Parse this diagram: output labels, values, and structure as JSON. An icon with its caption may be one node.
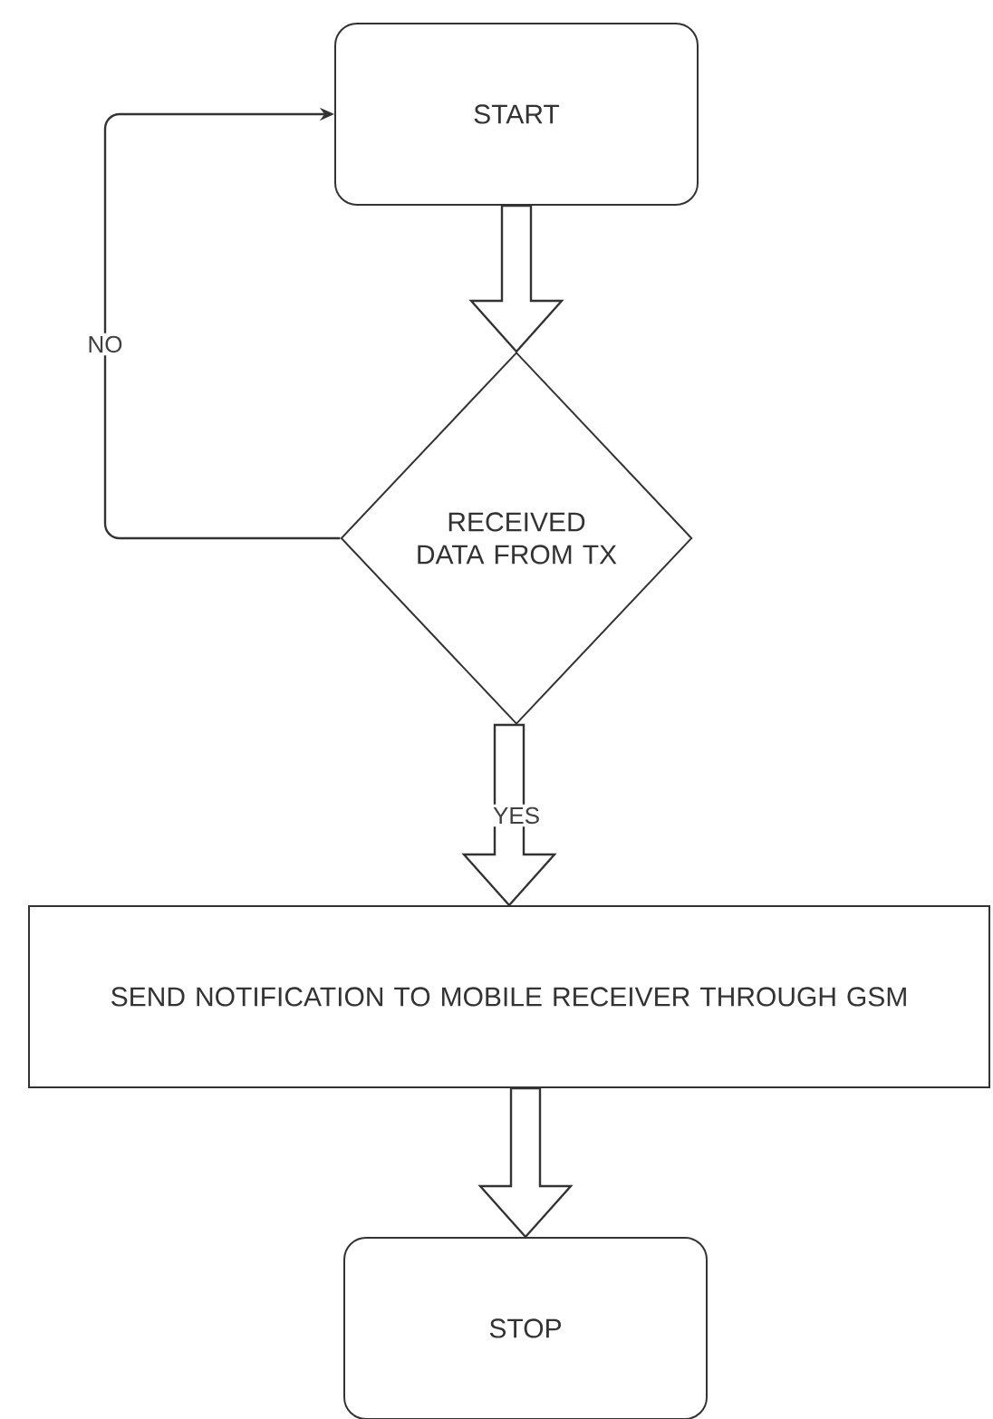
{
  "diagram": {
    "nodes": [
      {
        "text": [
          "START"
        ]
      },
      {
        "text": [
          "RECEIVED DATA FROM TX"
        ]
      },
      {
        "text": [
          "SEND NOTIFICATION TO MOBILE RECEIVER THROUGH GSM"
        ]
      },
      {
        "text": [
          "STOP"
        ]
      }
    ],
    "edges": [
      {
        "from": 0,
        "to": 1,
        "arrow": "to"
      },
      {
        "from": 1,
        "to": 0,
        "arrow": "to",
        "label": "NO"
      },
      {
        "from": 1,
        "to": 2,
        "arrow": "to",
        "label": "YES"
      },
      {
        "from": 2,
        "to": 3,
        "arrow": "to"
      }
    ]
  }
}
